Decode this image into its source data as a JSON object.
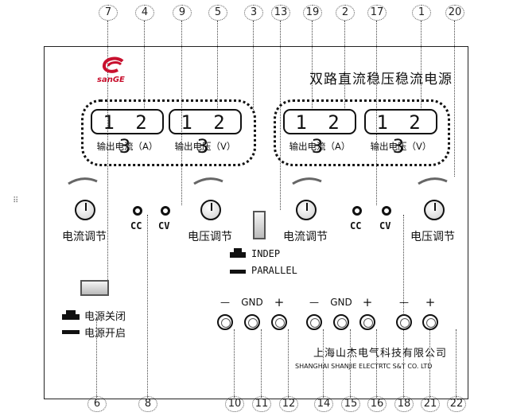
{
  "title": "双路直流稳压稳流电源",
  "brand": "sanGE",
  "company_cn": "上海山杰电气科技有限公司",
  "company_en": "SHANGHAI SHANJIE ELECTRTC S&T CO. LTD",
  "displays": [
    {
      "digits": "1 2 3",
      "label": "输出电流（A）"
    },
    {
      "digits": "1 2 3",
      "label": "输出电压（V）"
    },
    {
      "digits": "1 2 3",
      "label": "输出电流（A）"
    },
    {
      "digits": "1 2 3",
      "label": "输出电压（V）"
    }
  ],
  "controls": {
    "current_adj": "电流调节",
    "voltage_adj": "电压调节",
    "cc": "CC",
    "cv": "CV"
  },
  "mode": {
    "indep": "INDEP",
    "parallel": "PARALLEL"
  },
  "power": {
    "off": "电源关闭",
    "on": "电源开启"
  },
  "jack_labels": {
    "minus": "—",
    "gnd": "GND",
    "plus": "+"
  },
  "callouts_top": [
    "7",
    "4",
    "9",
    "5",
    "3",
    "13",
    "19",
    "2",
    "17",
    "1",
    "20"
  ],
  "callouts_bottom": [
    "6",
    "8",
    "10",
    "11",
    "12",
    "14",
    "15",
    "16",
    "18",
    "21",
    "22"
  ]
}
